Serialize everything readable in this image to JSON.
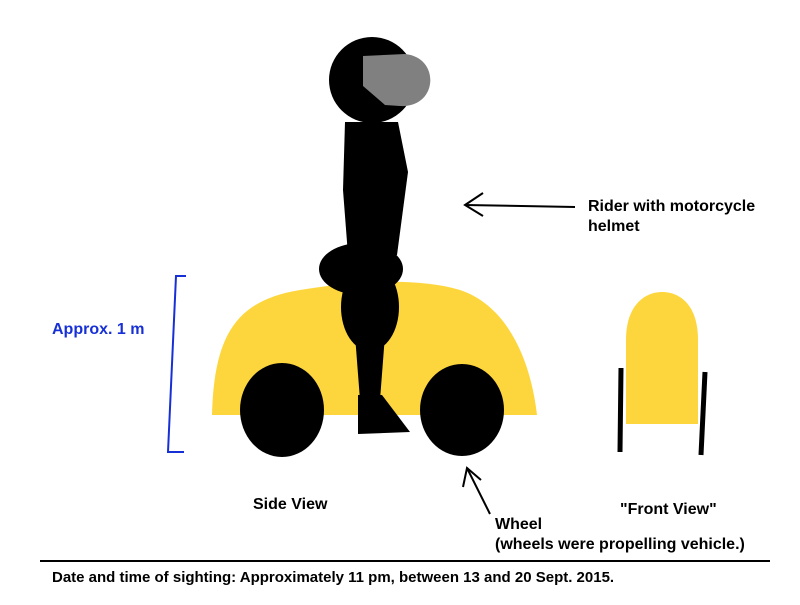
{
  "labels": {
    "rider_line1": "Rider with motorcycle",
    "rider_line2": "helmet",
    "height": "Approx. 1 m",
    "side_view": "Side View",
    "wheel_line1": "Wheel",
    "wheel_line2": "(wheels were propelling vehicle.)",
    "front_view": "\"Front View\""
  },
  "caption": "Date and time of sighting:  Approximately 11 pm, between 13 and 20 Sept. 2015.",
  "colors": {
    "vehicle_body": "#fdd63e",
    "figure": "#000000",
    "helmet_visor": "#808080",
    "measurement": "#1730d6",
    "background": "#ffffff"
  }
}
